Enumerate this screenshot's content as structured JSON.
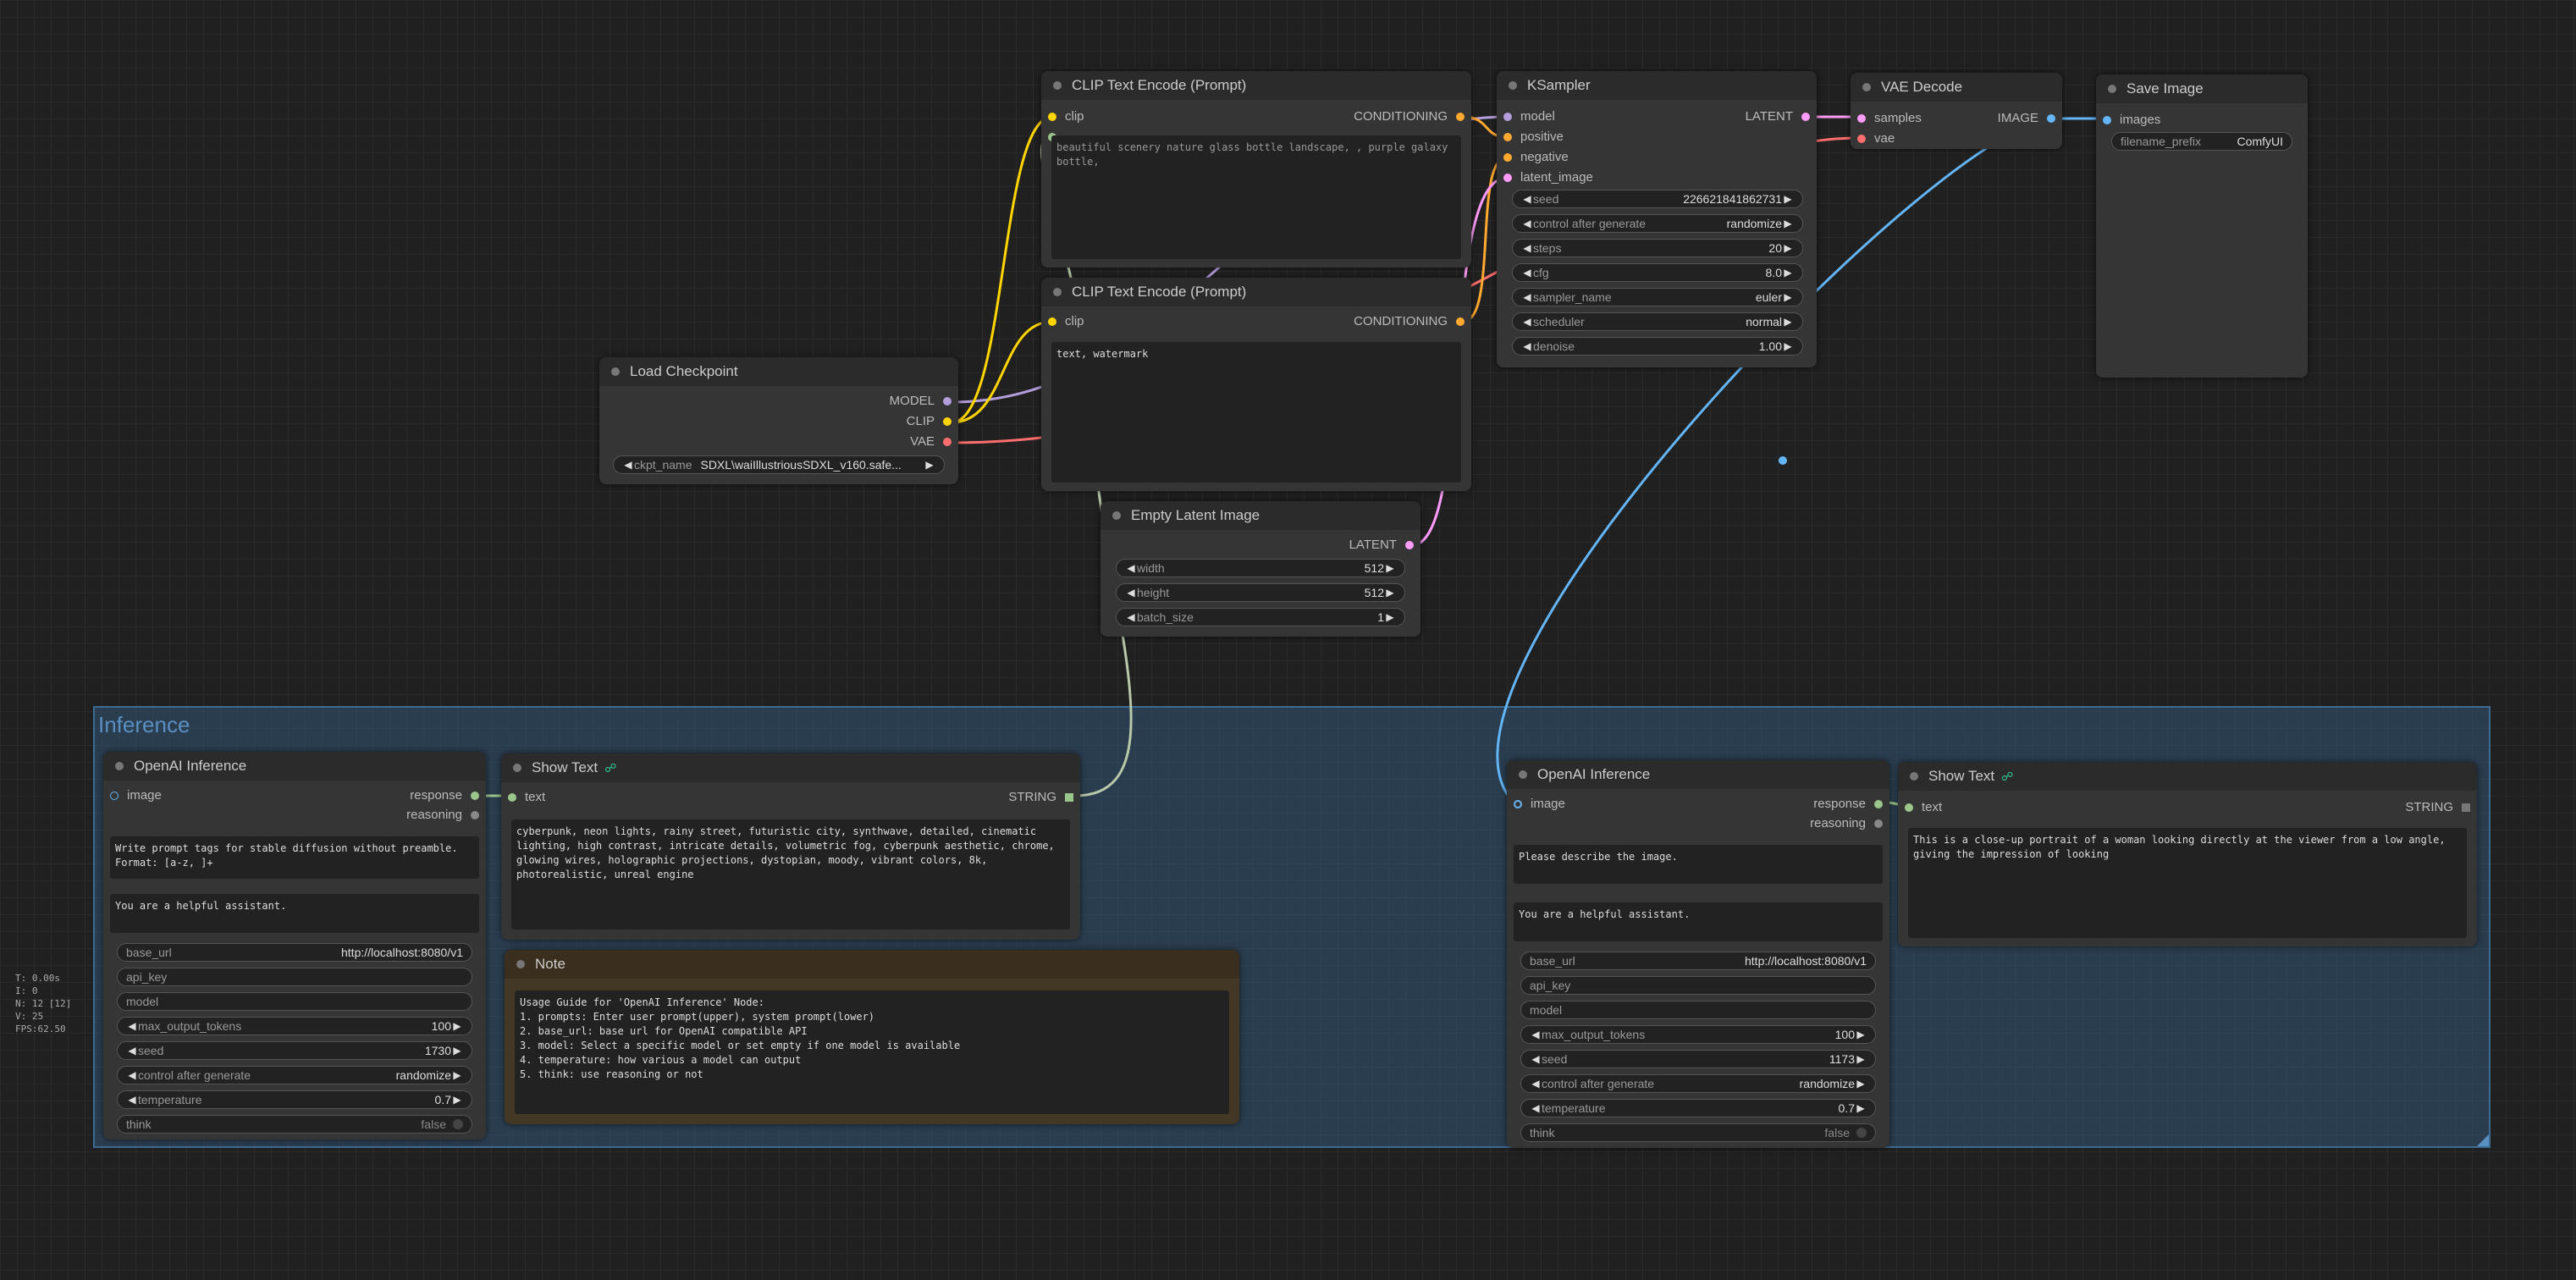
{
  "group": {
    "title": "Inference"
  },
  "stats": [
    "T: 0.00s",
    "I: 0",
    "N: 12 [12]",
    "V: 25",
    "FPS:62.50"
  ],
  "colors": {
    "clip": "#ffd500",
    "model": "#b39ddb",
    "vae": "#ff6e6e",
    "conditioning": "#ffa931",
    "latent": "#ff9cf9",
    "image": "#64b5f6",
    "string": "#9bc68a"
  },
  "clip_pos": {
    "title": "CLIP Text Encode (Prompt)",
    "in_clip": "clip",
    "out_cond": "CONDITIONING",
    "text": "beautiful scenery nature glass bottle landscape, , purple galaxy bottle,"
  },
  "clip_neg": {
    "title": "CLIP Text Encode (Prompt)",
    "in_clip": "clip",
    "out_cond": "CONDITIONING",
    "text": "text, watermark"
  },
  "load_ckpt": {
    "title": "Load Checkpoint",
    "out_model": "MODEL",
    "out_clip": "CLIP",
    "out_vae": "VAE",
    "ckpt_label": "ckpt_name",
    "ckpt_value": "SDXL\\waiIllustriousSDXL_v160.safe..."
  },
  "ksampler": {
    "title": "KSampler",
    "inputs": [
      "model",
      "positive",
      "negative",
      "latent_image"
    ],
    "out_latent": "LATENT",
    "widgets": [
      {
        "label": "seed",
        "value": "226621841862731"
      },
      {
        "label": "control after generate",
        "value": "randomize"
      },
      {
        "label": "steps",
        "value": "20"
      },
      {
        "label": "cfg",
        "value": "8.0"
      },
      {
        "label": "sampler_name",
        "value": "euler"
      },
      {
        "label": "scheduler",
        "value": "normal"
      },
      {
        "label": "denoise",
        "value": "1.00"
      }
    ]
  },
  "vae_decode": {
    "title": "VAE Decode",
    "in_samples": "samples",
    "in_vae": "vae",
    "out_image": "IMAGE"
  },
  "save_image": {
    "title": "Save Image",
    "in_images": "images",
    "prefix_label": "filename_prefix",
    "prefix_value": "ComfyUI"
  },
  "empty_latent": {
    "title": "Empty Latent Image",
    "out_latent": "LATENT",
    "widgets": [
      {
        "label": "width",
        "value": "512"
      },
      {
        "label": "height",
        "value": "512"
      },
      {
        "label": "batch_size",
        "value": "1"
      }
    ]
  },
  "openai1": {
    "title": "OpenAI Inference",
    "in_image": "image",
    "out_response": "response",
    "out_reasoning": "reasoning",
    "prompt": "Write prompt tags for stable diffusion without preamble. Format: [a-z, ]+",
    "system": "You are a helpful assistant.",
    "base_url_label": "base_url",
    "base_url_value": "http://localhost:8080/v1",
    "api_key_label": "api_key",
    "model_label": "model",
    "max_tokens_label": "max_output_tokens",
    "max_tokens_value": "100",
    "seed_label": "seed",
    "seed_value": "1730",
    "control_label": "control after generate",
    "control_value": "randomize",
    "temp_label": "temperature",
    "temp_value": "0.7",
    "think_label": "think",
    "think_value": "false"
  },
  "show1": {
    "title": "Show Text",
    "in_text": "text",
    "out_string": "STRING",
    "text": "cyberpunk, neon lights, rainy street, futuristic city, synthwave, detailed, cinematic lighting, high contrast, intricate details, volumetric fog, cyberpunk aesthetic, chrome, glowing wires, holographic projections, dystopian, moody, vibrant colors, 8k, photorealistic, unreal engine"
  },
  "note": {
    "title": "Note",
    "text": "Usage Guide for 'OpenAI Inference' Node:\n1. prompts: Enter user prompt(upper), system prompt(lower)\n2. base_url: base url for OpenAI compatible API\n3. model: Select a specific model or set empty if one model is available\n4. temperature: how various a model can output\n5. think: use reasoning or not"
  },
  "openai2": {
    "title": "OpenAI Inference",
    "in_image": "image",
    "out_response": "response",
    "out_reasoning": "reasoning",
    "prompt": "Please describe the image.",
    "system": "You are a helpful assistant.",
    "base_url_label": "base_url",
    "base_url_value": "http://localhost:8080/v1",
    "api_key_label": "api_key",
    "model_label": "model",
    "max_tokens_label": "max_output_tokens",
    "max_tokens_value": "100",
    "seed_label": "seed",
    "seed_value": "1173",
    "control_label": "control after generate",
    "control_value": "randomize",
    "temp_label": "temperature",
    "temp_value": "0.7",
    "think_label": "think",
    "think_value": "false"
  },
  "show2": {
    "title": "Show Text",
    "in_text": "text",
    "out_string": "STRING",
    "text": "This is a close-up portrait of a woman looking directly at the viewer from a low angle, giving the impression of looking"
  }
}
